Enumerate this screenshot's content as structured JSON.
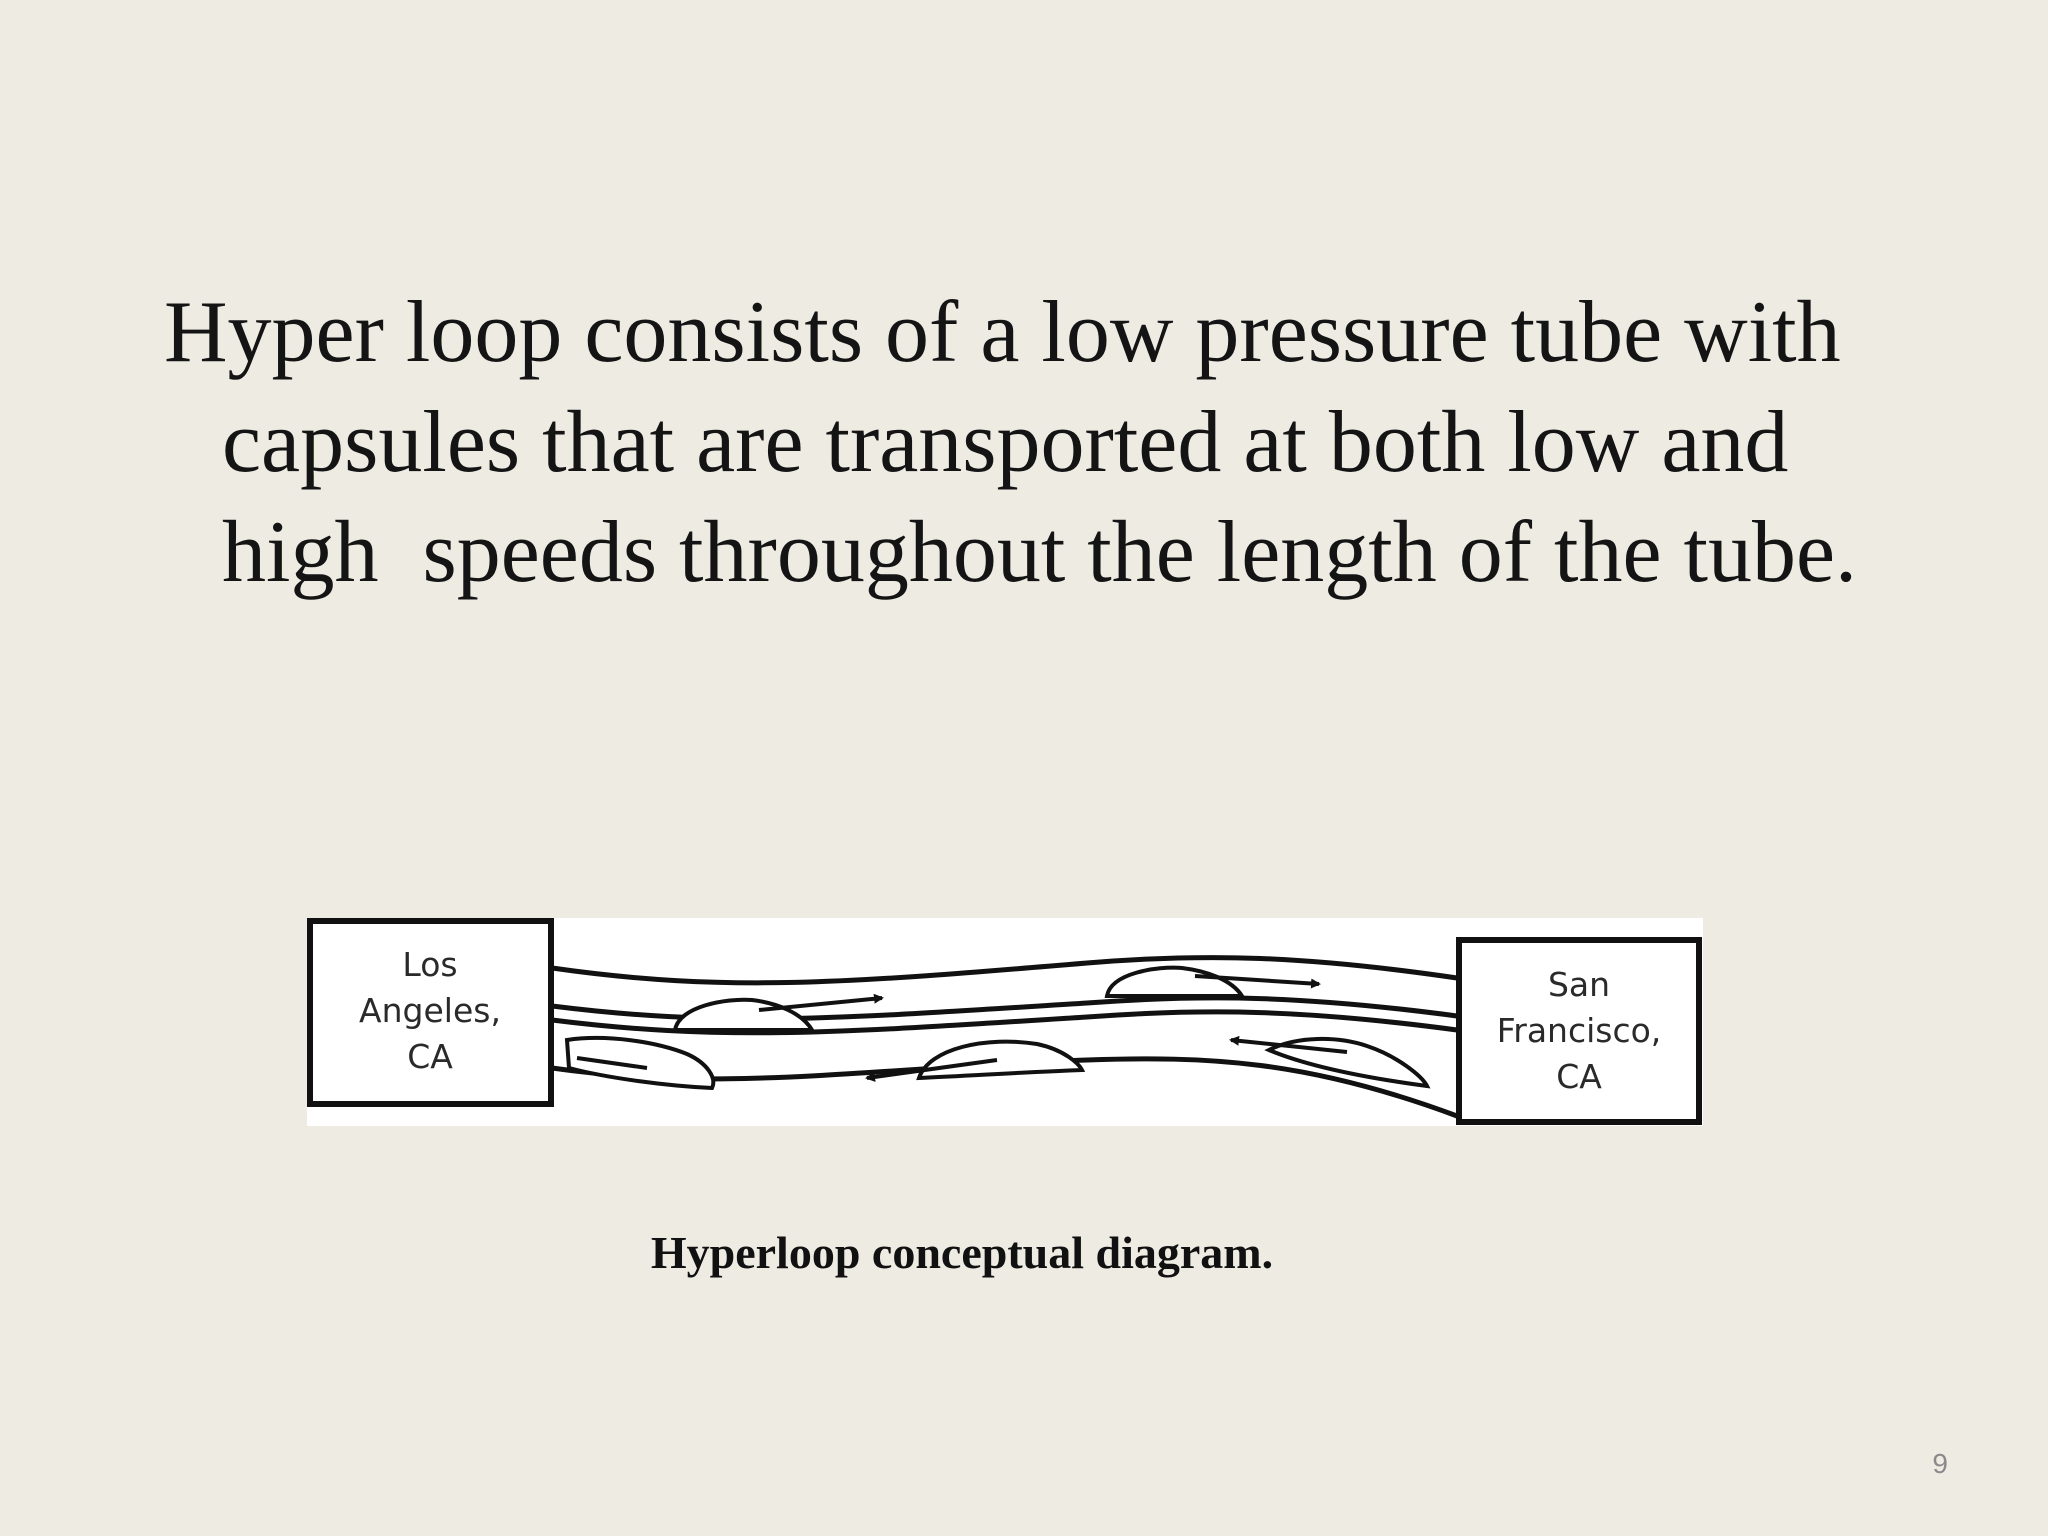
{
  "slide": {
    "body_lines": [
      "Hyper loop consists of a low pressure tube with",
      "capsules that are transported at both low and",
      "high  speeds throughout the length of the tube."
    ],
    "caption": "Hyperloop conceptual diagram.",
    "page_number": "9"
  },
  "diagram": {
    "left_station": {
      "lines": [
        "Los",
        "Angeles,",
        "CA"
      ]
    },
    "right_station": {
      "lines": [
        "San",
        "Francisco,",
        "CA"
      ]
    }
  },
  "colors": {
    "background": "#eeebe3",
    "text": "#141414",
    "diagram_background": "#ffffff",
    "diagram_stroke": "#111111",
    "page_number": "#8a8a8a"
  }
}
